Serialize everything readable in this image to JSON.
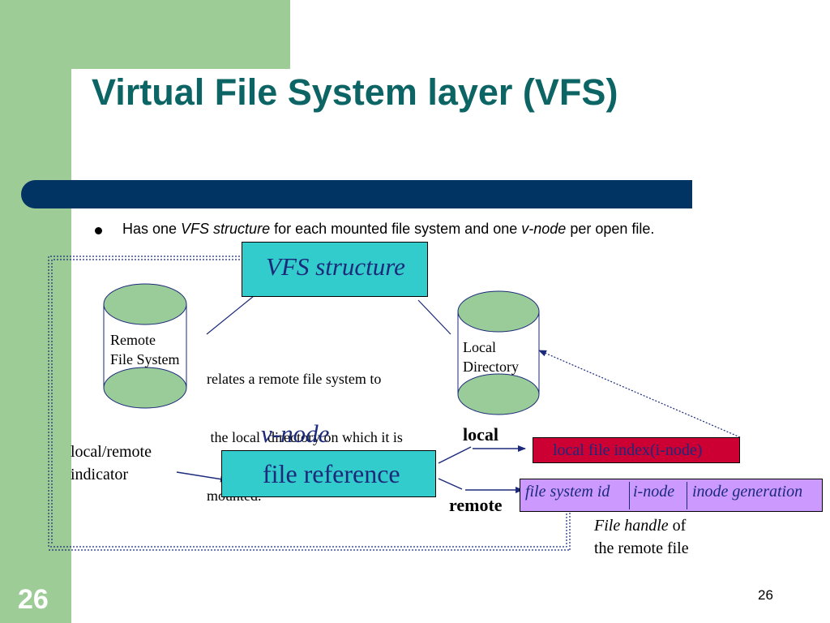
{
  "title": "Virtual File System layer (VFS)",
  "bullet": {
    "part1": "Has one ",
    "vfs_structure": "VFS structure",
    "part2": " for each mounted file system and one ",
    "vnode": "v-node",
    "part3": " per open file."
  },
  "diagram": {
    "vfs_structure_label": "VFS structure",
    "remote_fs": [
      "Remote",
      "File System"
    ],
    "relates": [
      "relates a remote file system to",
      " the local  directory on which it is",
      "mounted."
    ],
    "local_dir": [
      "Local",
      "Directory"
    ],
    "vnode_title": "v-node",
    "vnode_box": "file reference",
    "indicator": [
      "local/remote",
      "indicator"
    ],
    "local": "local",
    "remote": "remote",
    "local_index": "local file index(i-node)",
    "file_handle_fields": [
      "file system id",
      "i-node",
      "inode generation"
    ],
    "file_handle_caption": {
      "italic": "File handle",
      "rest": " of",
      "line2": "the remote file"
    }
  },
  "page_number": "26",
  "colors": {
    "title": "#0c6464",
    "bar": "#013463",
    "cyan_box": "#33cccc",
    "red_box": "#cc0033",
    "purple_box": "#cc99ff",
    "cylinder": "#99cc99",
    "side_green": "#9dcc97"
  }
}
